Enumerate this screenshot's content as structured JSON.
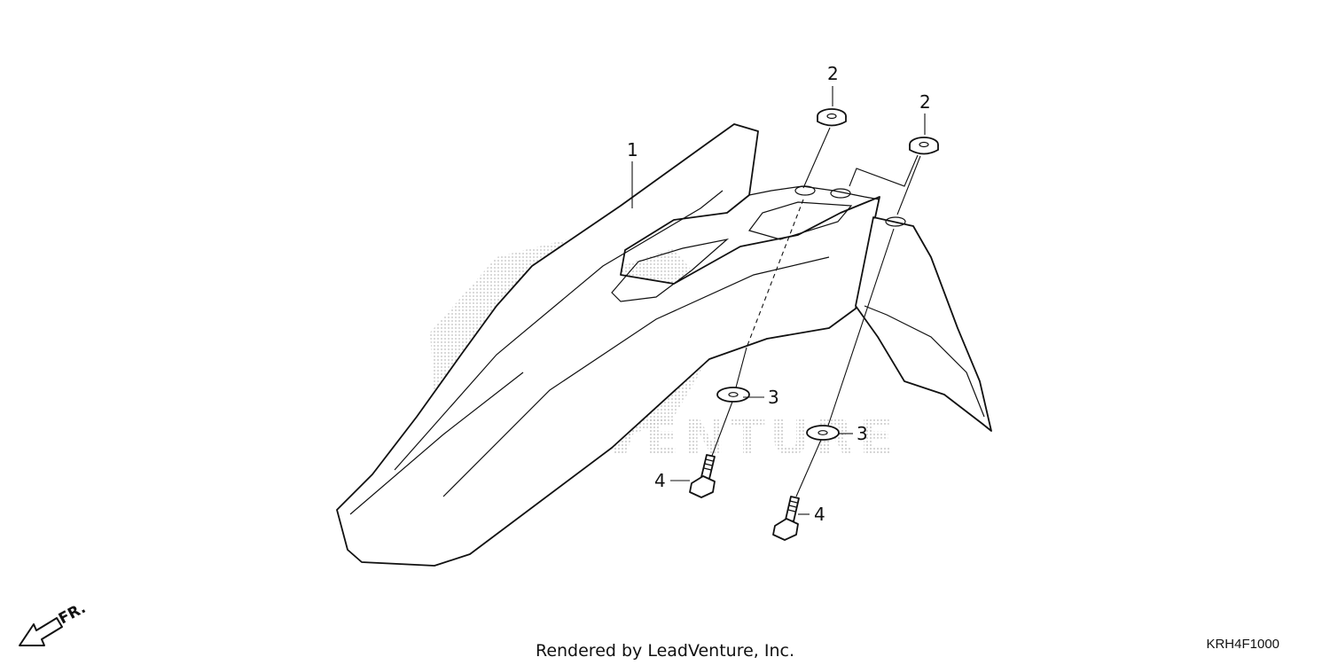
{
  "diagram": {
    "callouts": [
      {
        "id": "callout-1",
        "label": "1"
      },
      {
        "id": "callout-2a",
        "label": "2"
      },
      {
        "id": "callout-2b",
        "label": "2"
      },
      {
        "id": "callout-3a",
        "label": "3"
      },
      {
        "id": "callout-3b",
        "label": "3"
      },
      {
        "id": "callout-4a",
        "label": "4"
      },
      {
        "id": "callout-4b",
        "label": "4"
      }
    ],
    "direction_label": "FR.",
    "watermark": "LEADVENTURE",
    "footer_text": "Rendered by LeadVenture, Inc.",
    "diagram_code": "KRH4F1000"
  }
}
